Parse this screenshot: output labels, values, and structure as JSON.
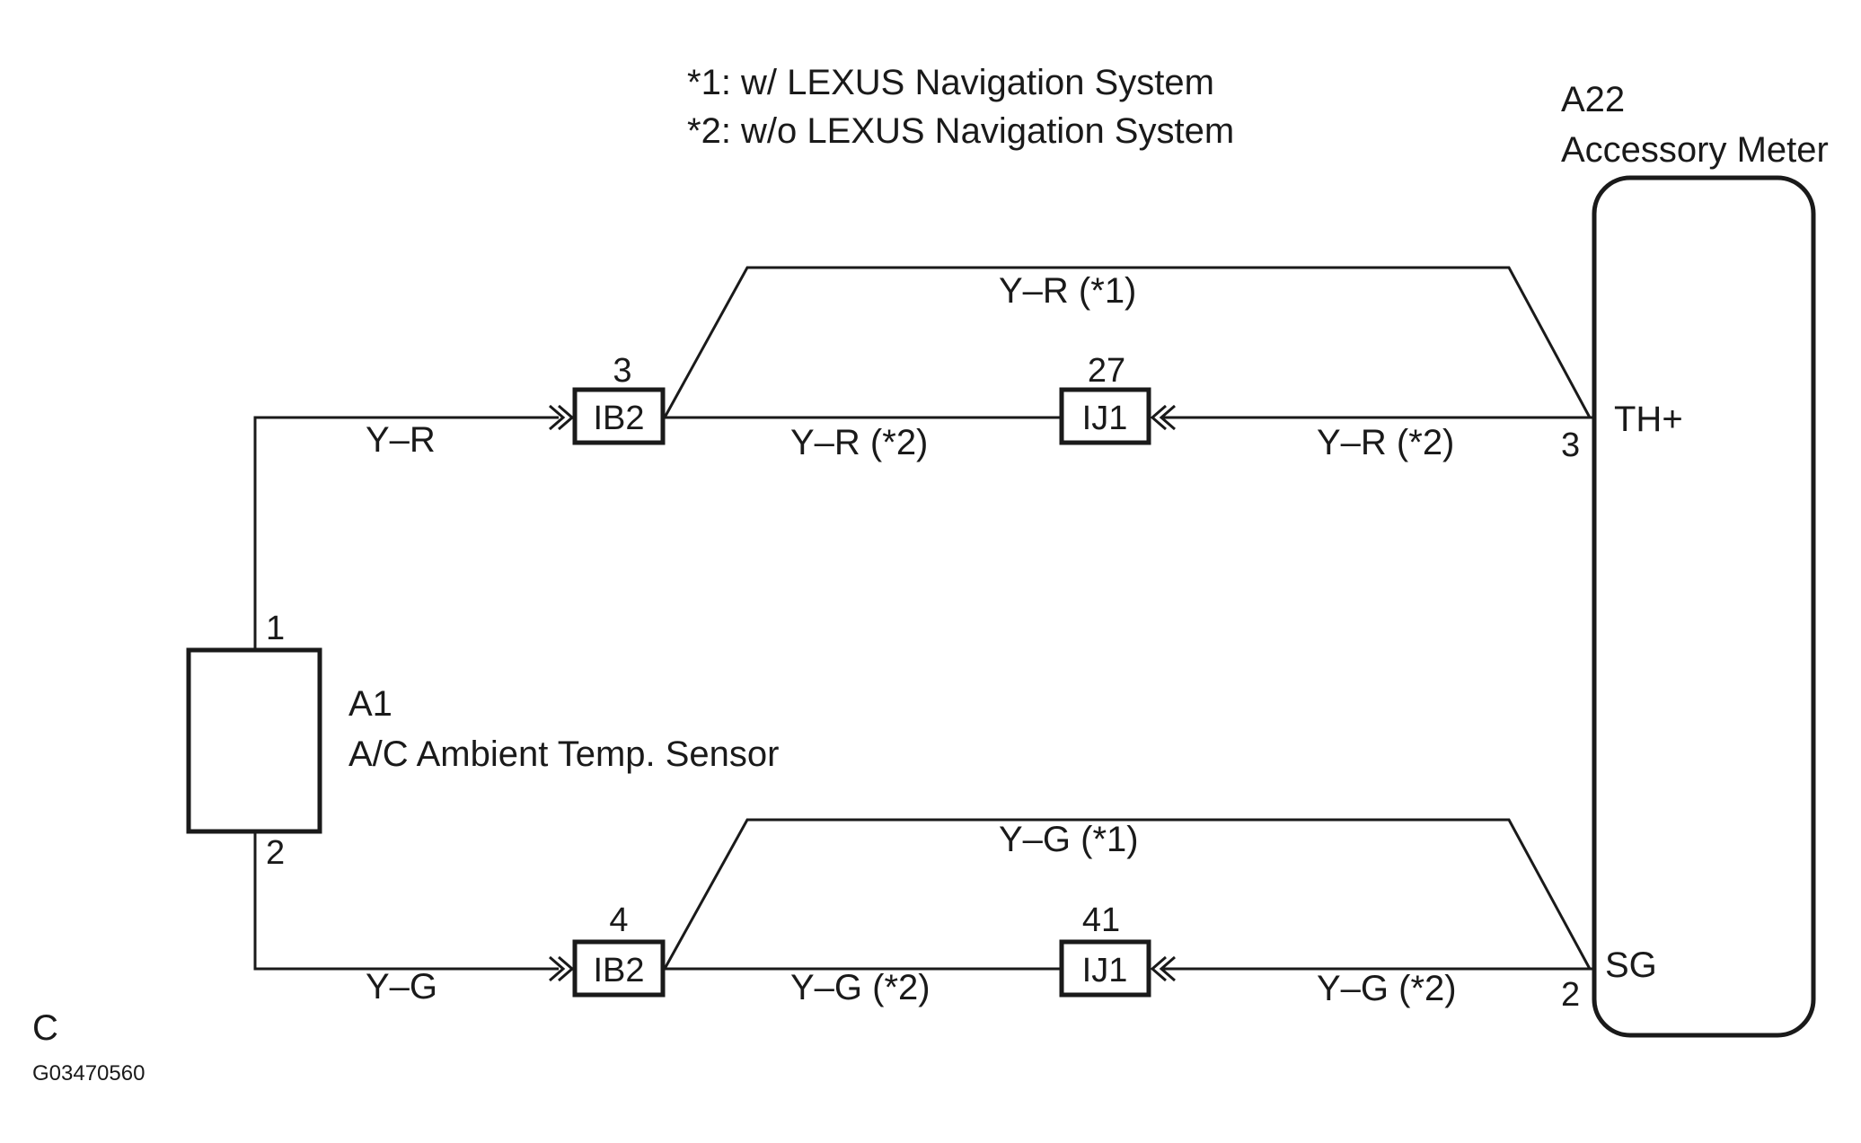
{
  "legend": {
    "note1": "*1: w/ LEXUS Navigation System",
    "note2": "*2: w/o LEXUS Navigation System"
  },
  "meter": {
    "code": "A22",
    "name": "Accessory Meter",
    "pin_th": "TH+",
    "pin_th_no": "3",
    "pin_sg": "SG",
    "pin_sg_no": "2"
  },
  "sensor": {
    "code": "A1",
    "name": "A/C Ambient Temp. Sensor",
    "pin1": "1",
    "pin2": "2"
  },
  "top_circuit": {
    "wire_sensor_ib2": "Y–R",
    "ib2_label": "IB2",
    "ib2_pin": "3",
    "wire_bypass": "Y–R (*1)",
    "wire_ib2_ij1": "Y–R (*2)",
    "ij1_label": "IJ1",
    "ij1_pin": "27",
    "wire_ij1_meter": "Y–R (*2)"
  },
  "bottom_circuit": {
    "wire_sensor_ib2": "Y–G",
    "ib2_label": "IB2",
    "ib2_pin": "4",
    "wire_bypass": "Y–G (*1)",
    "wire_ib2_ij1": "Y–G (*2)",
    "ij1_label": "IJ1",
    "ij1_pin": "41",
    "wire_ij1_meter": "Y–G (*2)"
  },
  "footer": {
    "letter": "C",
    "figure_id": "G03470560"
  }
}
